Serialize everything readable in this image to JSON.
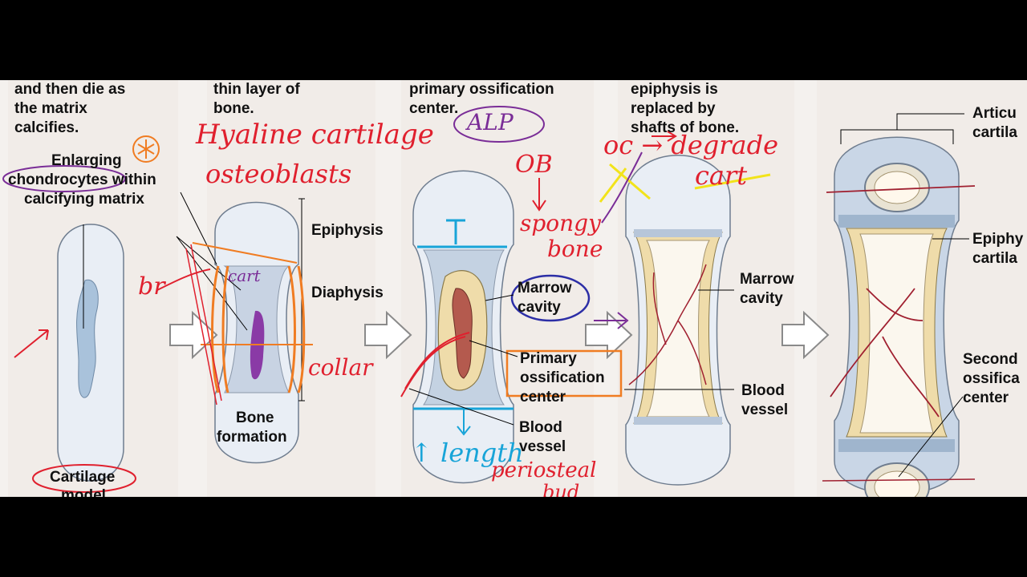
{
  "captions": {
    "p1_line1": "and then die as",
    "p1_line2": "the matrix",
    "p1_line3": "calcifies.",
    "p2_line1": "thin layer of",
    "p2_line2": "bone.",
    "p3_line1": "primary ossification",
    "p3_line2": "center.",
    "p4_line1": "epiphysis is",
    "p4_line2": "replaced by",
    "p4_line3": "shafts of bone."
  },
  "labels": {
    "enlarging_1": "Enlarging",
    "enlarging_2": "chondrocytes within",
    "enlarging_3": "calcifying matrix",
    "cartilage_model_1": "Cartilage",
    "cartilage_model_2": "model",
    "epiphysis": "Epiphysis",
    "diaphysis": "Diaphysis",
    "bone_formation_1": "Bone",
    "bone_formation_2": "formation",
    "marrow_cavity_3_1": "Marrow",
    "marrow_cavity_3_2": "cavity",
    "primary_ossification_1": "Primary",
    "primary_ossification_2": "ossification",
    "primary_ossification_3": "center",
    "blood_vessel_3_1": "Blood",
    "blood_vessel_3_2": "vessel",
    "marrow_cavity_4_1": "Marrow",
    "marrow_cavity_4_2": "cavity",
    "blood_vessel_4_1": "Blood",
    "blood_vessel_4_2": "vessel",
    "articular_1": "Articu",
    "articular_2": "cartila",
    "epiphyseal_1": "Epiphy",
    "epiphyseal_2": "cartila",
    "secondary_1": "Second",
    "secondary_2": "ossifica",
    "secondary_3": "center"
  },
  "annotations": {
    "hyaline": "Hyaline cartilage",
    "osteoblasts": "osteoblasts",
    "alp": "ALP",
    "ob": "OB",
    "spongy": "spongy",
    "bone_word": "bone",
    "oc_degrade": "oc → degrade",
    "cart_right": "cart",
    "br": "br",
    "cart_small": "cart",
    "collar": "collar",
    "length": "↑ length",
    "periosteal": "periosteal",
    "bud": "bud"
  },
  "colors": {
    "ink_red": "#e0202e",
    "ink_orange": "#f07c22",
    "ink_purple": "#7a2d97",
    "ink_blue": "#18a4d8",
    "ink_yellow": "#f2e31a",
    "cartilage_blue": "#c9d6e6",
    "bone_yellow": "#efdcaa"
  }
}
